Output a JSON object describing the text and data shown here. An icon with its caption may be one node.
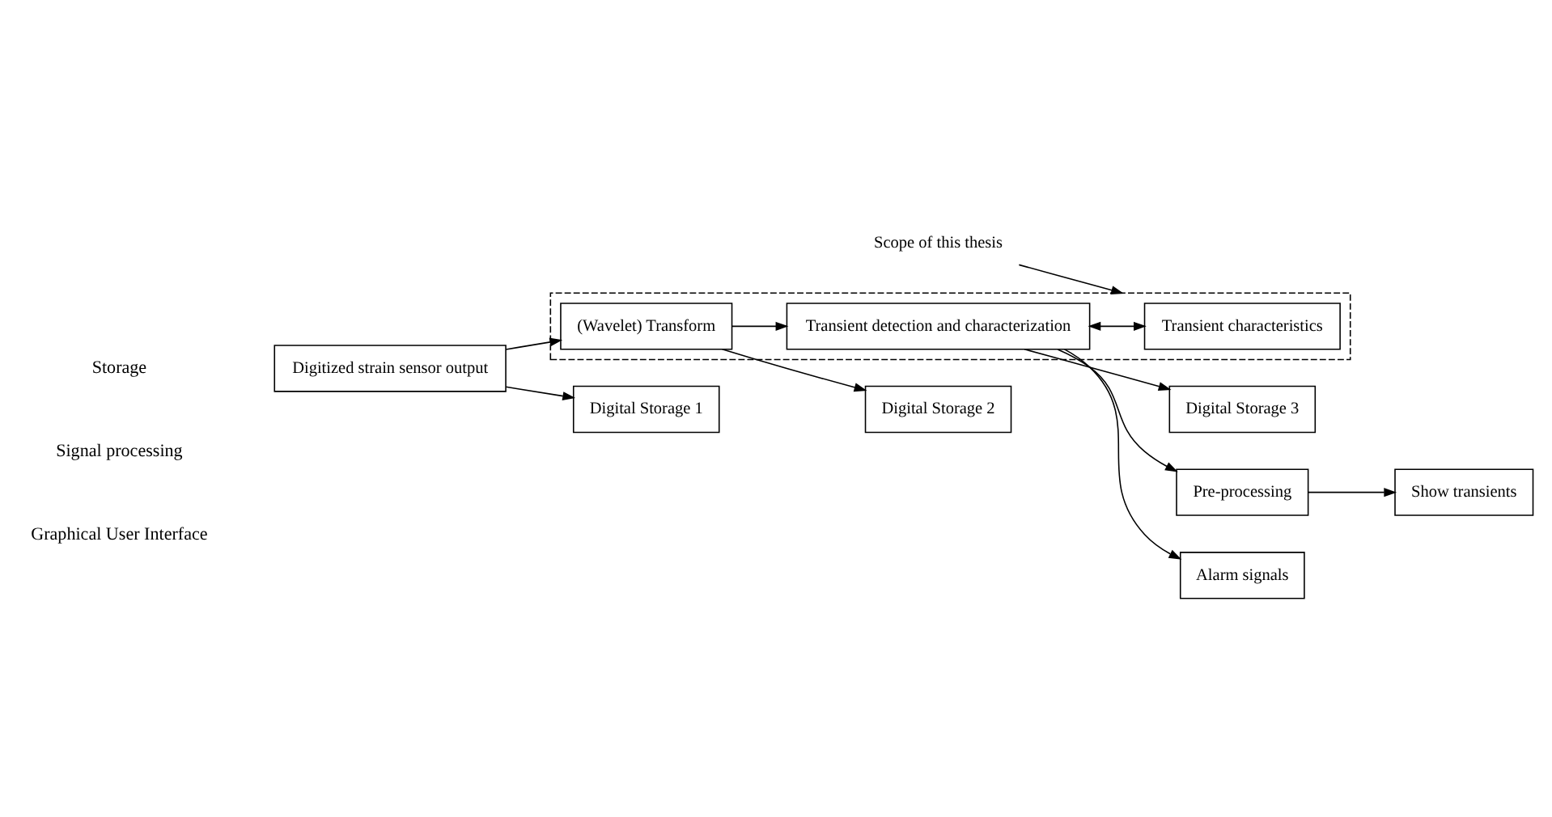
{
  "diagram": {
    "nodes": [
      {
        "text": [
          "Digital Storage 1"
        ]
      },
      {
        "text": [
          "Digital Storage 2"
        ]
      },
      {
        "text": [],
        "shape": "box"
      },
      {
        "text": [
          "Transient characteristics"
        ],
        "in": 2
      },
      {
        "text": [
          "Digital Storage 3"
        ]
      },
      {
        "text": [
          "Digitized strain sensor output"
        ]
      },
      {
        "text": [
          "(Wavelet) Transform"
        ],
        "in": 2
      },
      {
        "text": [
          "Transient detection and characterization"
        ],
        "in": 2
      },
      {
        "text": [
          "Scope of this thesis"
        ]
      },
      {
        "text": [
          "Pre-processing"
        ]
      },
      {
        "text": [
          "Alarm signals"
        ]
      },
      {
        "text": [
          "Show transients"
        ]
      }
    ],
    "edges": [
      {
        "from": 5,
        "to": 6,
        "arrow": "to"
      },
      {
        "from": 5,
        "to": 0,
        "arrow": "to"
      },
      {
        "from": 6,
        "to": 7,
        "arrow": "to"
      },
      {
        "from": 6,
        "to": 1,
        "arrow": "to"
      },
      {
        "from": 7,
        "to": 3,
        "arrow": "both"
      },
      {
        "from": 7,
        "to": 4,
        "arrow": "to"
      },
      {
        "from": 7,
        "to": 9,
        "arrow": "to"
      },
      {
        "from": 7,
        "to": 10,
        "arrow": "to"
      },
      {
        "from": 9,
        "to": 11,
        "arrow": "to"
      },
      {
        "from": 8,
        "to": 2,
        "arrow": "to"
      }
    ],
    "labels": [
      "Storage",
      "Signal processing",
      "Graphical User Interface"
    ]
  }
}
